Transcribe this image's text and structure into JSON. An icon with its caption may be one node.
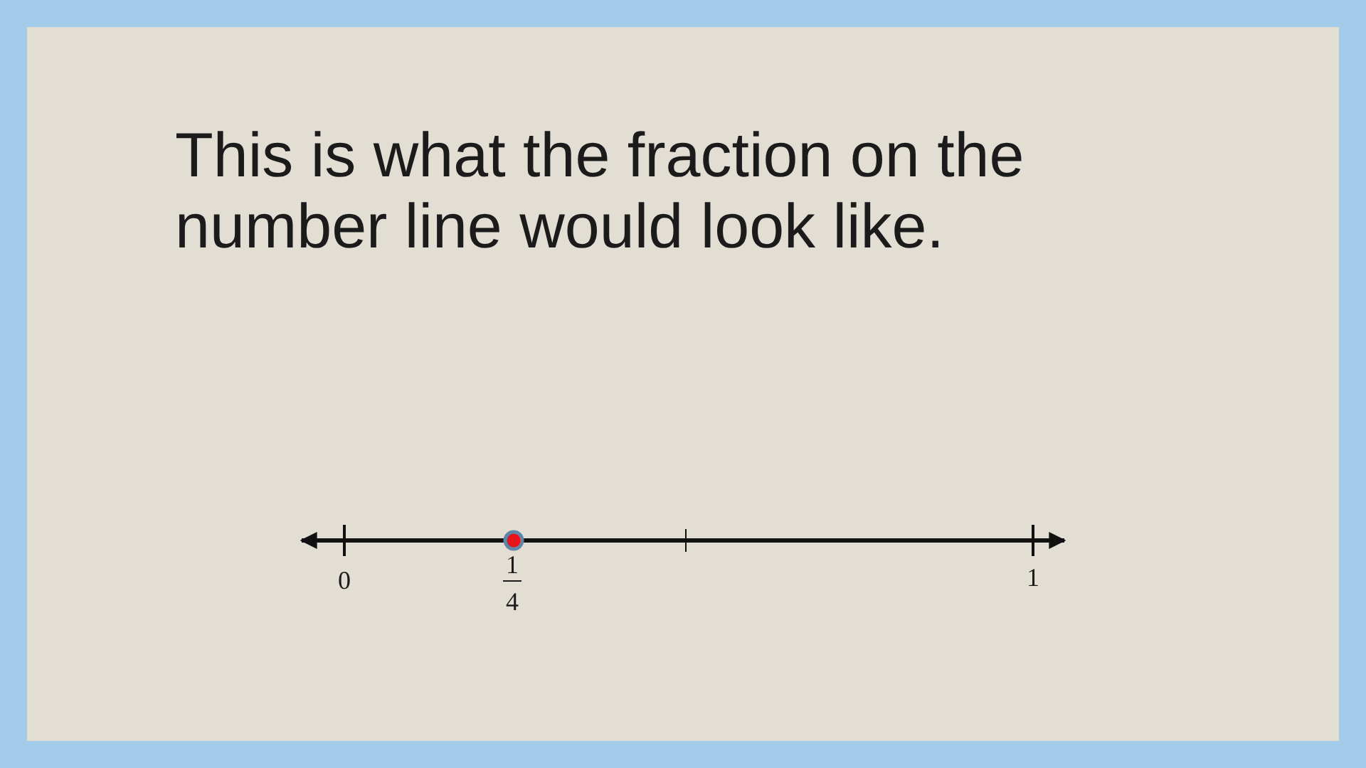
{
  "diagram": {
    "title": "This is what the fraction on the number line would look like.",
    "labels": [
      "0",
      "1",
      "4",
      "1"
    ]
  }
}
